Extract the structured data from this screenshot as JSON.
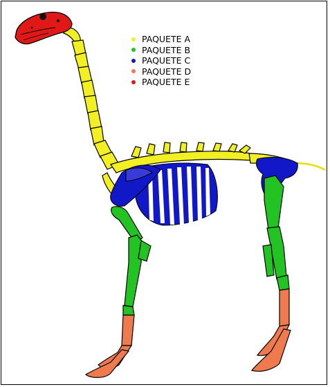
{
  "legend": {
    "items": [
      {
        "label": "PAQUETE A",
        "color": "#f2ef22"
      },
      {
        "label": "PAQUETE B",
        "color": "#22c322"
      },
      {
        "label": "PAQUETE C",
        "color": "#1018c8"
      },
      {
        "label": "PAQUETE D",
        "color": "#ee7a4e"
      },
      {
        "label": "PAQUETE E",
        "color": "#e01818"
      }
    ]
  }
}
